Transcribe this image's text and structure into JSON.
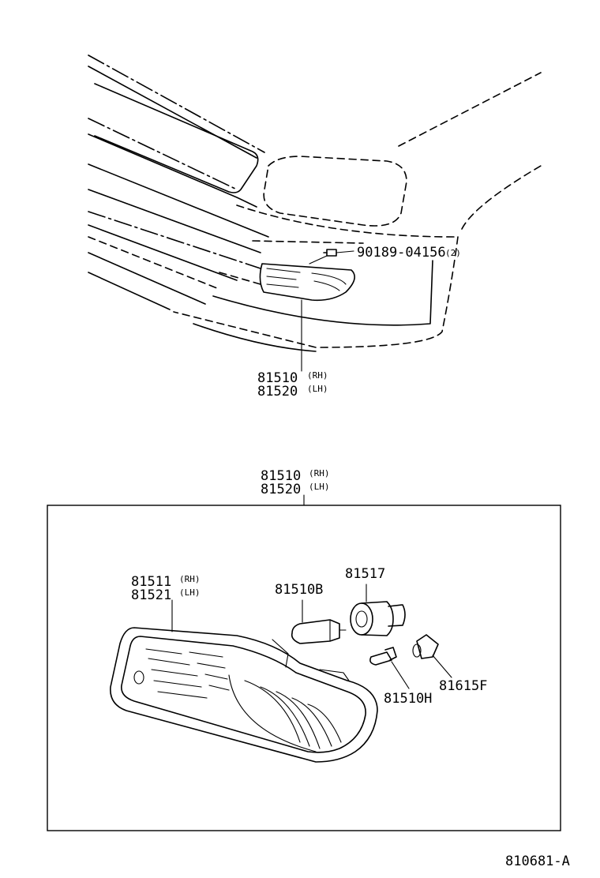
{
  "diagram_id": "810681-A",
  "vehicle_view": {
    "clip": {
      "part_no": "90189-04156",
      "qty": "(2)"
    },
    "lamp_assembly": {
      "rh": {
        "part_no": "81510",
        "side": "(RH)"
      },
      "lh": {
        "part_no": "81520",
        "side": "(LH)"
      }
    }
  },
  "detail_box": {
    "assembly": {
      "rh": {
        "part_no": "81510",
        "side": "(RH)"
      },
      "lh": {
        "part_no": "81520",
        "side": "(LH)"
      }
    },
    "lens": {
      "rh": {
        "part_no": "81511",
        "side": "(RH)"
      },
      "lh": {
        "part_no": "81521",
        "side": "(LH)"
      }
    },
    "bulb": {
      "part_no": "81510B"
    },
    "socket": {
      "part_no": "81517"
    },
    "small_bulb": {
      "part_no": "81510H"
    },
    "small_socket": {
      "part_no": "81615F"
    }
  }
}
